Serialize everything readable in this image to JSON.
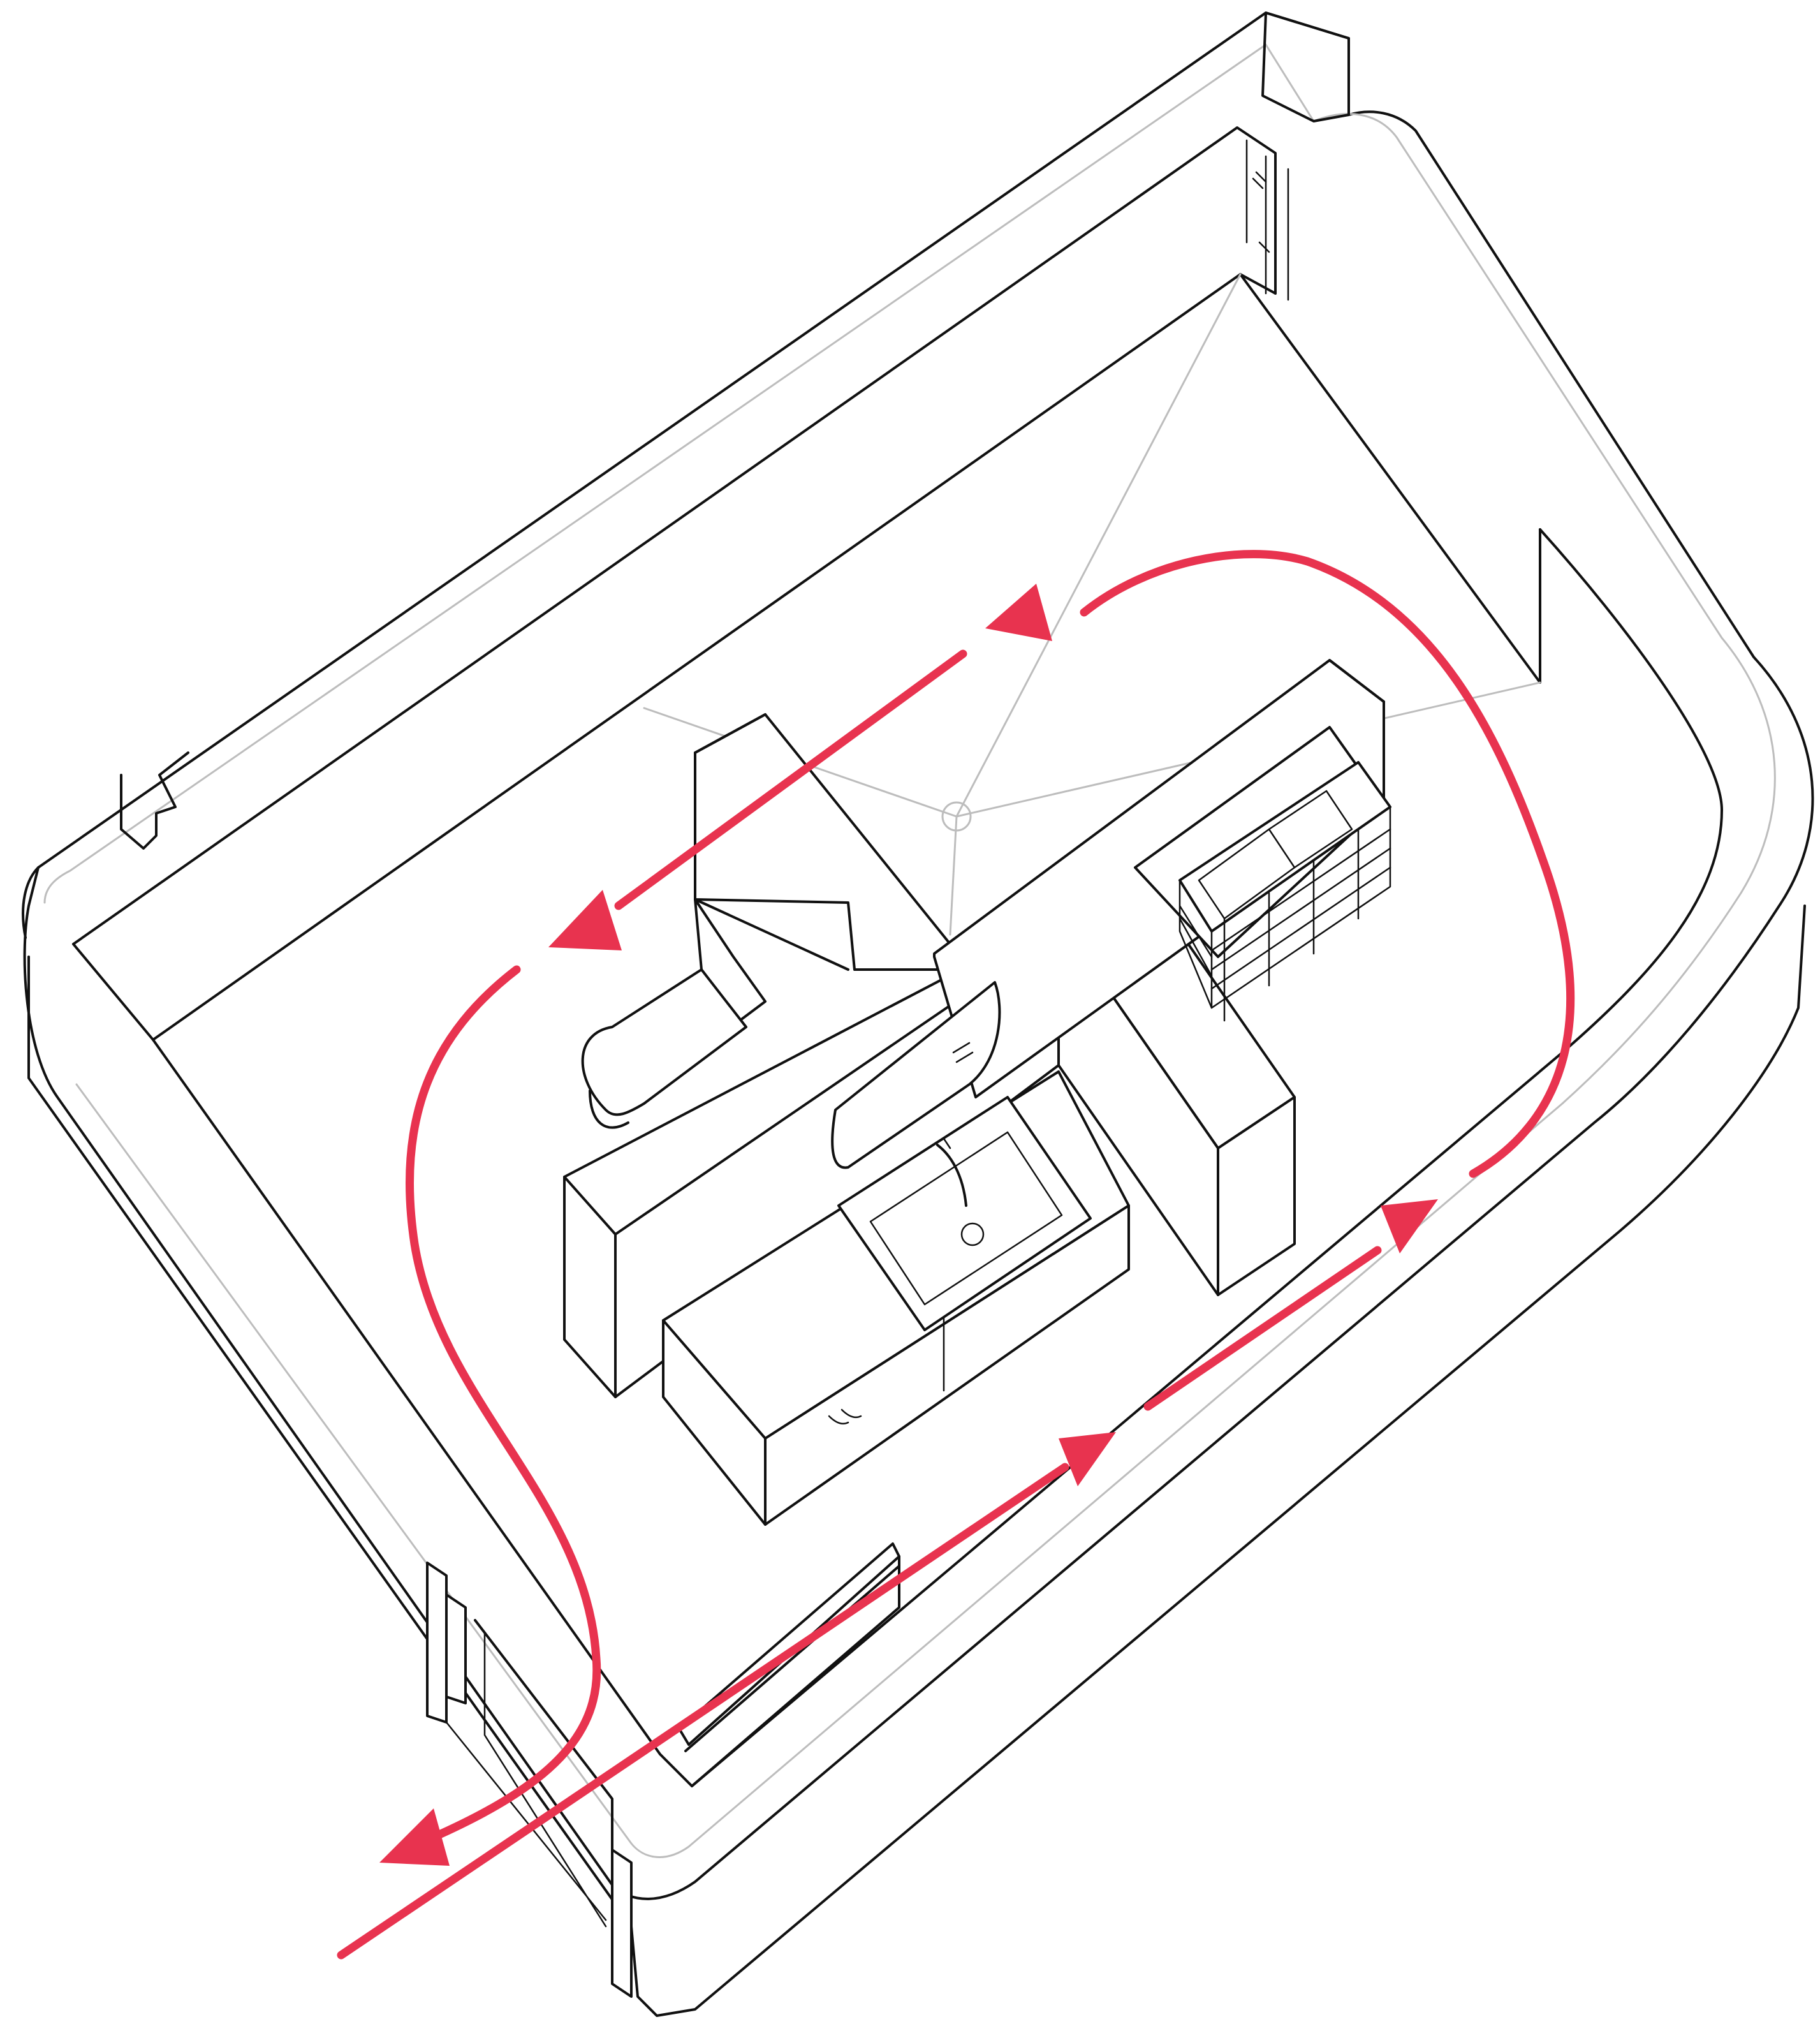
{
  "diagram": {
    "title": "",
    "colors": {
      "flow_arrow": "#e8334f",
      "line": "#111111",
      "guide_line": "#bdbdbd",
      "background": "#ffffff"
    },
    "elements": [
      "outer-shell-wall",
      "inner-floor-outline",
      "center-partition-wall",
      "vanity-unit",
      "washbasin-sink",
      "mirror",
      "toilet",
      "storage-shelf",
      "entry-door",
      "circulation-arrows"
    ]
  }
}
